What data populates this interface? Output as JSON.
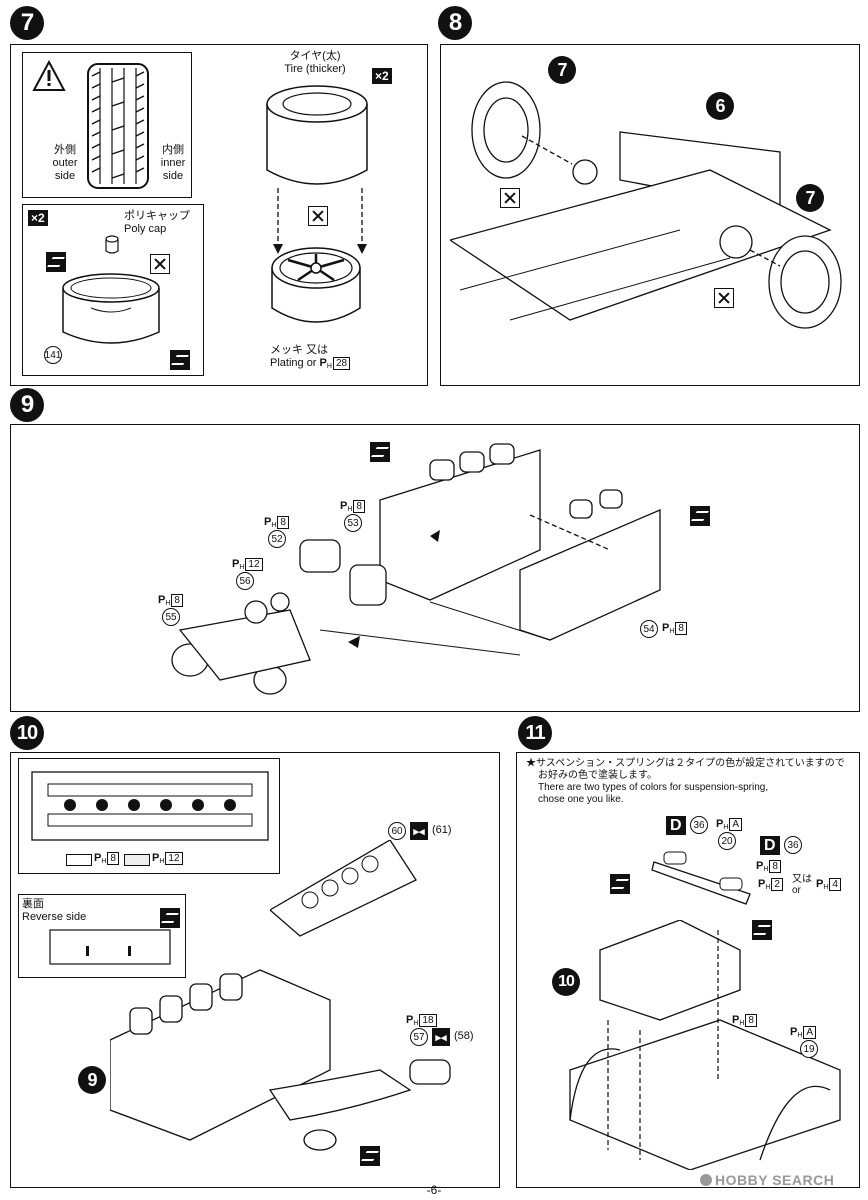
{
  "steps": {
    "s7": {
      "number": "7",
      "tire_label_jp": "タイヤ(太)",
      "tire_label_en": "Tire (thicker)",
      "qty_tire": "×2",
      "qty_wheel": "×2",
      "outer_jp": "外側",
      "outer_en1": "outer",
      "outer_en2": "side",
      "inner_jp": "内側",
      "inner_en1": "inner",
      "inner_en2": "side",
      "polycap_jp": "ポリキャップ",
      "polycap_en": "Poly cap",
      "part_141": "141",
      "plating_jp": "メッキ 又は",
      "plating_en": "Plating or",
      "plating_ph": "28"
    },
    "s8": {
      "number": "8",
      "part_6": "6",
      "part_7a": "7",
      "part_7b": "7"
    },
    "s9": {
      "number": "9",
      "p52": "52",
      "p52_ph": "8",
      "p53": "53",
      "p53_ph": "8",
      "p54": "54",
      "p54_ph": "8",
      "p55": "55",
      "p55_ph": "8",
      "p56": "56",
      "p56_ph": "12"
    },
    "s10": {
      "number": "10",
      "legend_a_ph": "8",
      "legend_b_ph": "12",
      "reverse_jp": "裏面",
      "reverse_en": "Reverse side",
      "p60": "60",
      "p61": "(61)",
      "p57": "57",
      "p58": "(58)",
      "p57_ph": "18",
      "ref_9": "9"
    },
    "s11": {
      "number": "11",
      "note_jp1": "★サスペンション・スプリングは２タイプの色が設定されていますので",
      "note_jp2": "お好みの色で塗装します。",
      "note_en1": "There are two types of colors for suspension-spring,",
      "note_en2": "chose one you like.",
      "d_label": "D",
      "d_ref": "36",
      "p20": "20",
      "p20_ph": "A",
      "ph8": "8",
      "ph2": "2",
      "or_jp": "又は",
      "or_en": "or",
      "ph4": "4",
      "ref_10": "10",
      "p19": "19",
      "p19_ph": "A",
      "floor_ph": "8"
    }
  },
  "footer": {
    "page": "-6-",
    "watermark": "HOBBY SEARCH"
  }
}
